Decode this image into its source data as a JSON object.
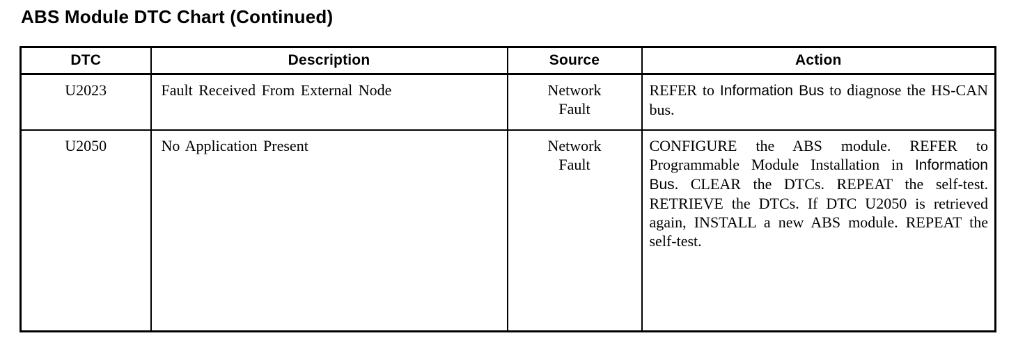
{
  "page": {
    "title": "ABS Module DTC Chart (Continued)"
  },
  "table": {
    "columns": [
      "DTC",
      "Description",
      "Source",
      "Action"
    ],
    "rows": [
      {
        "dtc": "U2023",
        "description": "Fault Received From External Node",
        "source": "Network\nFault",
        "action": [
          {
            "text": "REFER to ",
            "font": "serif"
          },
          {
            "text": "Information Bus",
            "font": "sans"
          },
          {
            "text": " to diagnose the HS-CAN bus.",
            "font": "serif"
          }
        ]
      },
      {
        "dtc": "U2050",
        "description": "No Application Present",
        "source": "Network\nFault",
        "action": [
          {
            "text": "CONFIGURE the ABS module. REFER to Programmable Module Installation in ",
            "font": "serif"
          },
          {
            "text": "Information Bus",
            "font": "sans"
          },
          {
            "text": ". CLEAR the DTCs. REPEAT the self-test. RETRIEVE the DTCs. If DTC U2050 is retrieved again, INSTALL a new ABS module. REPEAT the self-test.",
            "font": "serif"
          }
        ]
      }
    ]
  },
  "colors": {
    "text": "#000000",
    "background": "#ffffff",
    "border": "#000000"
  }
}
